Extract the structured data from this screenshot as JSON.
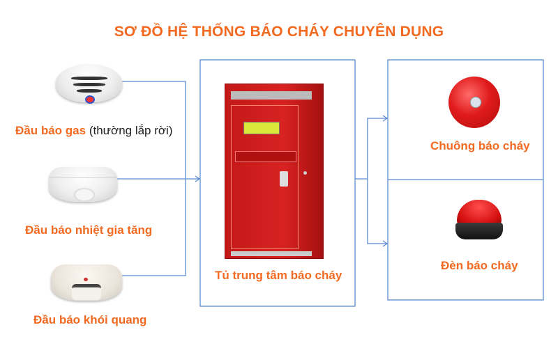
{
  "title": "SƠ ĐỒ HỆ THỐNG BÁO CHÁY CHUYÊN DỤNG",
  "inputs": [
    {
      "label": "Đầu báo gas",
      "note": "(thường lắp rời)",
      "icon": "gas-detector-icon"
    },
    {
      "label": "Đầu báo nhiệt gia tăng",
      "icon": "heat-detector-icon"
    },
    {
      "label": "Đầu báo khói quang",
      "icon": "smoke-detector-icon"
    }
  ],
  "center": {
    "label": "Tủ trung tâm báo cháy",
    "icon": "fire-alarm-control-panel-icon"
  },
  "outputs": [
    {
      "label": "Chuông báo cháy",
      "icon": "fire-bell-icon"
    },
    {
      "label": "Đèn báo cháy",
      "icon": "fire-beacon-icon"
    }
  ],
  "colors": {
    "label": "#f26a21",
    "connector": "#5b8bd0"
  }
}
